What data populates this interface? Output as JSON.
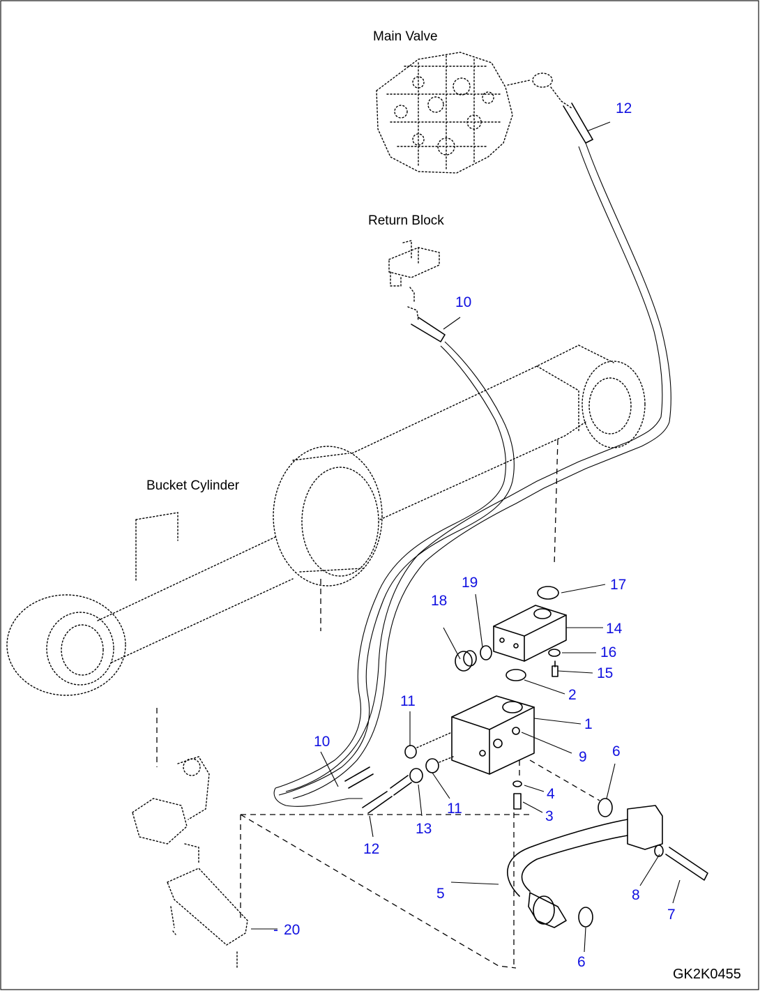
{
  "diagram": {
    "component_labels": {
      "main_valve": "Main Valve",
      "return_block": "Return Block",
      "bucket_cylinder": "Bucket Cylinder"
    },
    "part_callouts": [
      "1",
      "2",
      "3",
      "4",
      "5",
      "6",
      "6",
      "7",
      "8",
      "9",
      "10",
      "10",
      "11",
      "11",
      "12",
      "12",
      "13",
      "14",
      "15",
      "16",
      "17",
      "18",
      "19",
      "20"
    ],
    "drawing_code": "GK2K0455",
    "colors": {
      "callout": "#1010e0",
      "line": "#000000",
      "background": "#ffffff"
    }
  }
}
